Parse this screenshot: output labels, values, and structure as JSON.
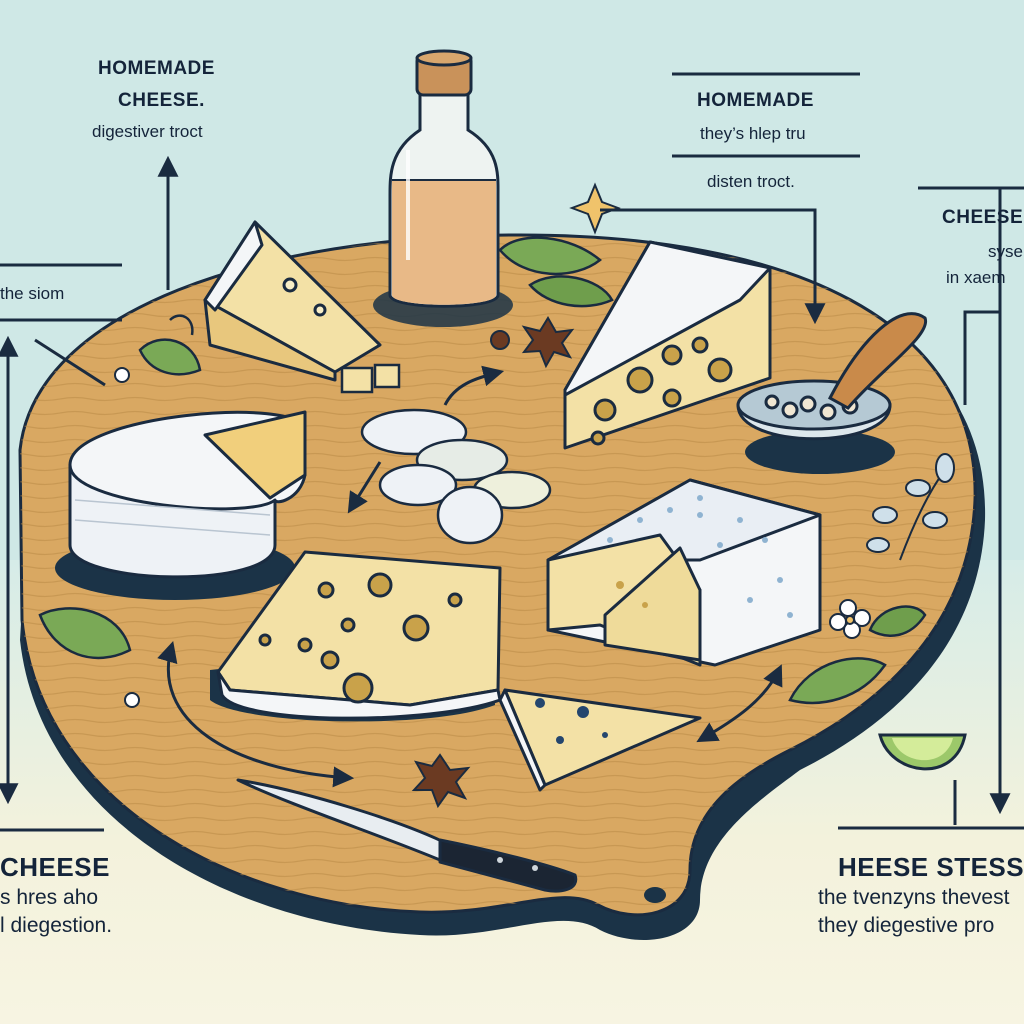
{
  "labels": {
    "top_left": {
      "title": "HOMEMADE",
      "title2": "CHEESE.",
      "sub": "digestiver troct"
    },
    "top_center": {
      "title": "HOMEMADE",
      "sub1": "they’s hlep tru",
      "sub2": "disten troct."
    },
    "left_mid": {
      "text": "the siom"
    },
    "right_mid": {
      "title": "CHEESE",
      "sub1": "syse",
      "sub2": "in xaem"
    },
    "bottom_left": {
      "title": "CHEESE",
      "sub1": "s hres aho",
      "sub2": "l diegestion."
    },
    "bottom_right": {
      "title": "HEESE STESS",
      "sub1": "the tvenzyns thevest",
      "sub2": "they diegestive pro"
    }
  },
  "colors": {
    "outline": "#1a2b40",
    "board": "#d9a862",
    "board_shadow": "#1b3347",
    "cheese_yellow": "#f3e1a6",
    "rind_white": "#f4f6f8",
    "leaf_green": "#7aa956",
    "background": "#cfe8e6"
  },
  "icons": [
    "oil-bottle-icon",
    "knife-icon",
    "bowl-icon",
    "star-anise-icon",
    "leaf-icon",
    "flower-icon",
    "lime-icon"
  ]
}
